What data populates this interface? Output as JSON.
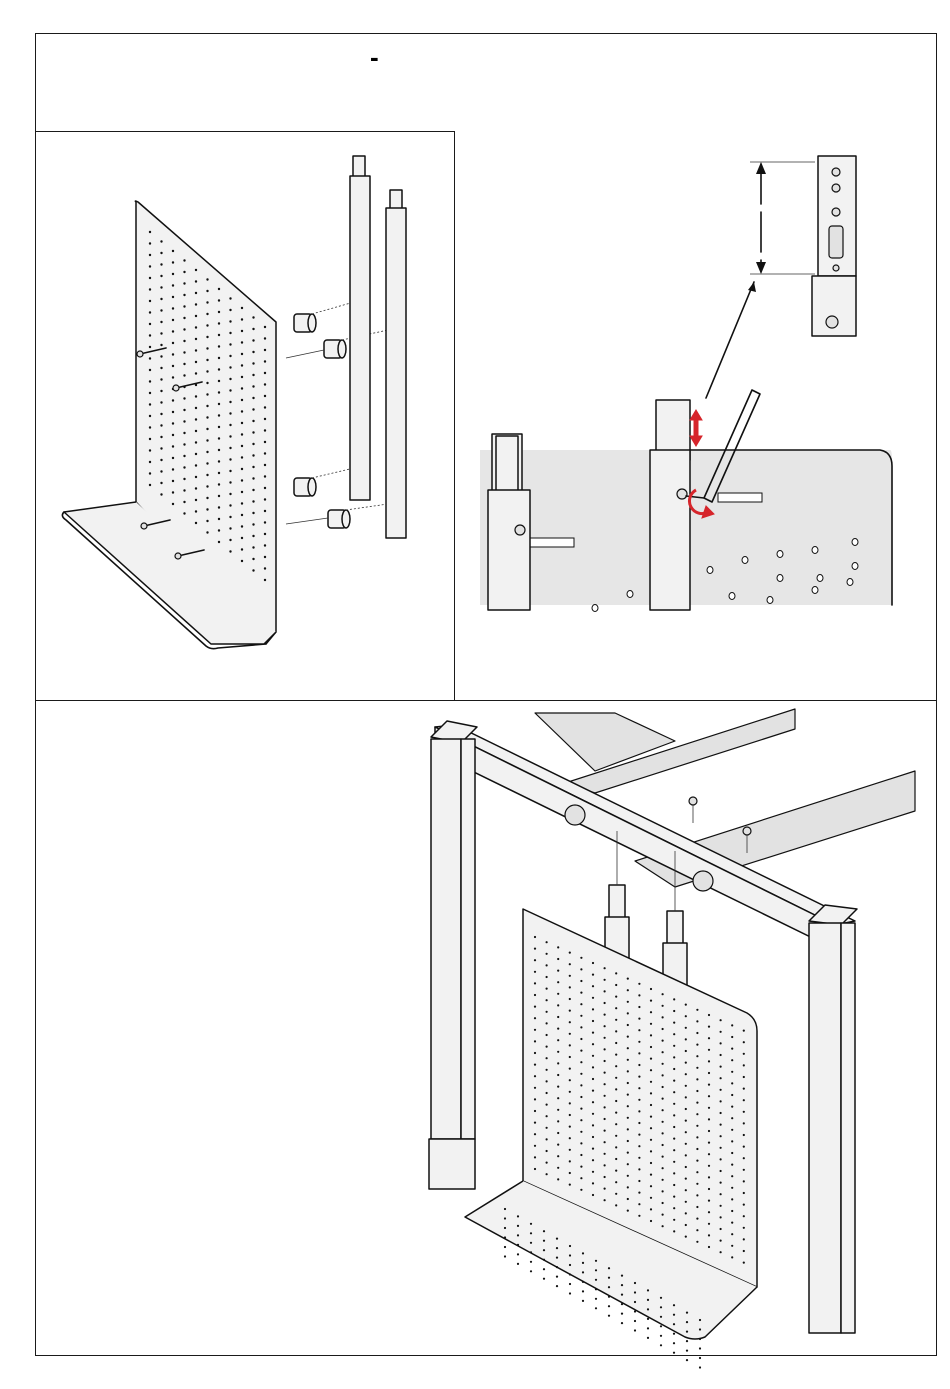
{
  "header": {
    "title": "-"
  },
  "colors": {
    "frame": "#1a1a1a",
    "metal": "#f2f2f2",
    "panel_grey": "#e6e6e6",
    "arrow_accent": "#d6252b"
  },
  "steps": [
    {
      "name": "attach-posts-to-panel",
      "icons": [
        "perforated-panel-icon",
        "spacer-icon",
        "screw-icon",
        "post-icon"
      ]
    },
    {
      "name": "adjust-post-height",
      "icons": [
        "allen-key-icon",
        "height-arrow-icon",
        "rotate-arrow-icon",
        "detail-callout-icon"
      ]
    },
    {
      "name": "mount-to-desk-frame",
      "icons": [
        "desk-frame-icon",
        "bolt-icon",
        "perforated-panel-icon"
      ]
    }
  ]
}
